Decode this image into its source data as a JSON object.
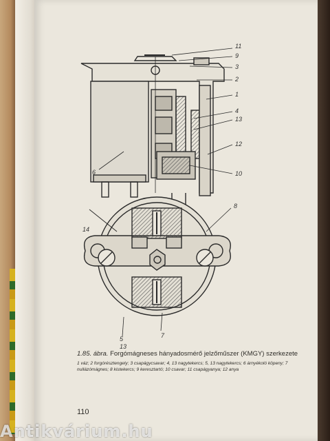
{
  "figure": {
    "callouts": [
      "11",
      "9",
      "3",
      "2",
      "1",
      "4",
      "13",
      "12",
      "10",
      "6",
      "8",
      "14",
      "5",
      "13",
      "7"
    ]
  },
  "caption": {
    "figure_label": "1.85. ábra.",
    "title": "Forgómágneses hányadosmérő jelzőműszer (KMGY) szerkezete",
    "legend": "1 váz; 2 forgórésztengely; 3 csapágycsavar; 4, 13 nagytekercs; 5, 13 nagytekercs; 6 árnyékoló köpeny; 7 nullázómágnes; 8 kistekercs; 9 keresztartó; 10 csavar; 11 csapágyanya; 12 anya"
  },
  "page_number": "110",
  "watermark": "Antikvárium.hu"
}
